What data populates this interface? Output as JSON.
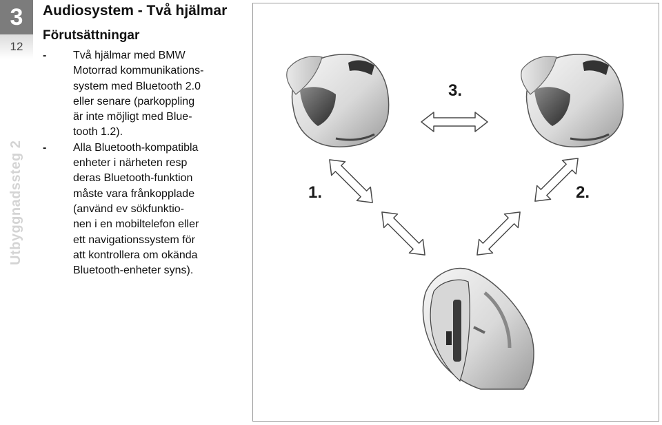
{
  "chapter": {
    "number": "3",
    "page": "12",
    "side_label": "Utbyggnadssteg 2"
  },
  "section": {
    "title": "Audiosystem - Två hjälmar",
    "subtitle": "Förutsättningar",
    "bullets": [
      {
        "dash": "-",
        "lines": [
          "Två hjälmar med BMW",
          "Motorrad kommunikations-",
          "system med Bluetooth 2.0",
          "eller senare (parkoppling",
          "är inte möjligt med Blue-",
          "tooth 1.2)."
        ]
      },
      {
        "dash": "-",
        "lines": [
          "Alla Bluetooth-kompatibla",
          "enheter i närheten resp",
          "deras Bluetooth-funktion",
          "måste vara frånkopplade",
          "(använd ev sökfunktio-",
          "nen i en mobiltelefon eller",
          "ett navigationssystem för",
          "att kontrollera om okända",
          "Bluetooth-enheter syns)."
        ]
      }
    ]
  },
  "figure": {
    "label_1": "1.",
    "label_2": "2.",
    "label_3": "3."
  }
}
